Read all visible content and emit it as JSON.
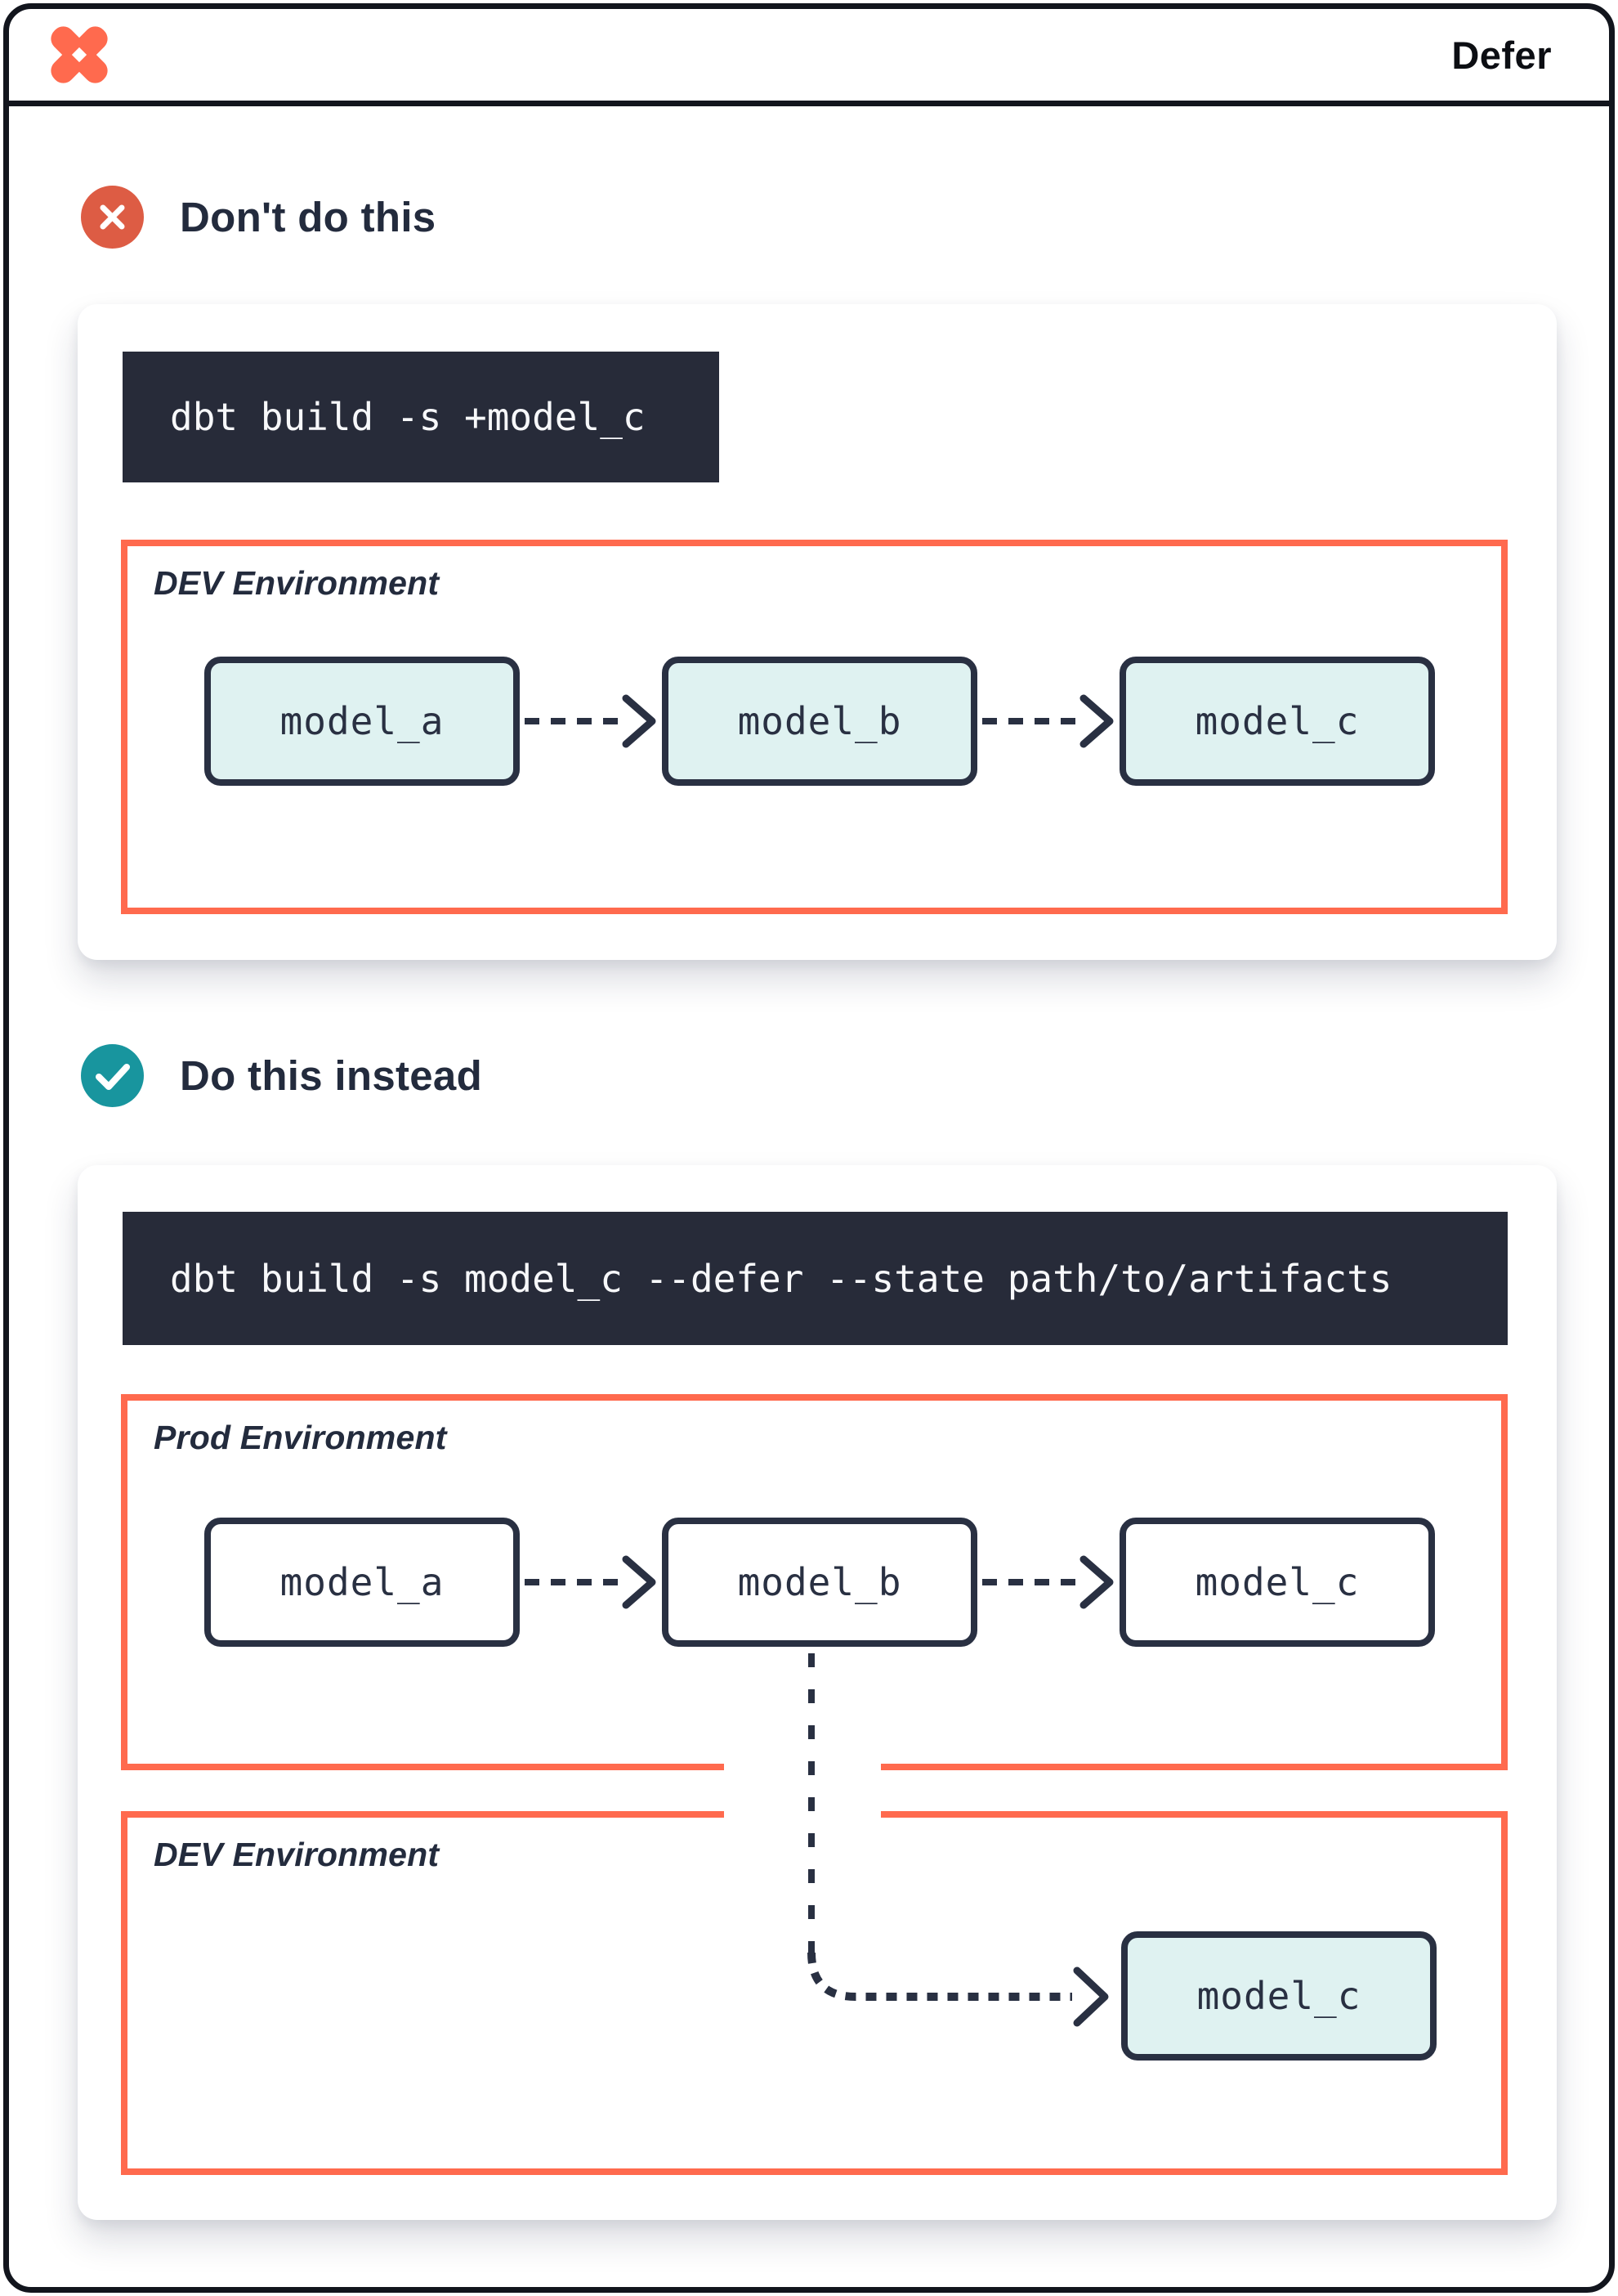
{
  "header": {
    "title": "Defer",
    "logo": "dbt-logo"
  },
  "colors": {
    "frame": "#12151D",
    "accent_orange": "#FF6A4E",
    "badge_red": "#DD5C44",
    "badge_teal": "#18959E",
    "navy": "#293042",
    "code_bg": "#272B39",
    "model_fill_teal": "#DFF2F1"
  },
  "sections": [
    {
      "heading": "Don't do this",
      "badge_icon": "x-circle",
      "command": "dbt build -s +model_c",
      "environments": [
        {
          "label": "DEV Environment",
          "models": [
            "model_a",
            "model_b",
            "model_c"
          ]
        }
      ]
    },
    {
      "heading": "Do this instead",
      "badge_icon": "check-circle",
      "command": "dbt build -s model_c --defer --state path/to/artifacts",
      "environments": [
        {
          "label": "Prod Environment",
          "models": [
            "model_a",
            "model_b",
            "model_c"
          ]
        },
        {
          "label": "DEV Environment",
          "models": [
            "model_c"
          ]
        }
      ]
    }
  ]
}
